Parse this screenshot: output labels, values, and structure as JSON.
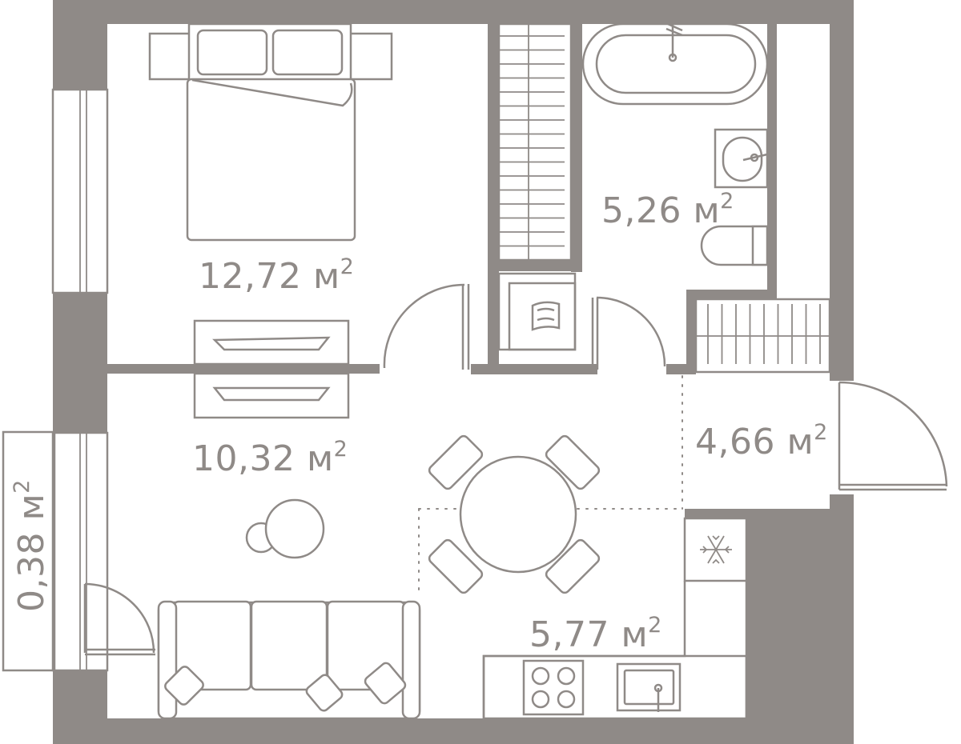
{
  "rooms": {
    "bedroom": {
      "area": "12,72 м",
      "exp": "2"
    },
    "living": {
      "area": "10,32 м",
      "exp": "2"
    },
    "bathroom": {
      "area": "5,26 м",
      "exp": "2"
    },
    "hall": {
      "area": "4,66 м",
      "exp": "2"
    },
    "kitchen": {
      "area": "5,77 м",
      "exp": "2"
    },
    "balcony": {
      "area": "0,38 м",
      "exp": "2"
    }
  },
  "colors": {
    "wall": "#8f8a87",
    "background": "#ffffff"
  }
}
